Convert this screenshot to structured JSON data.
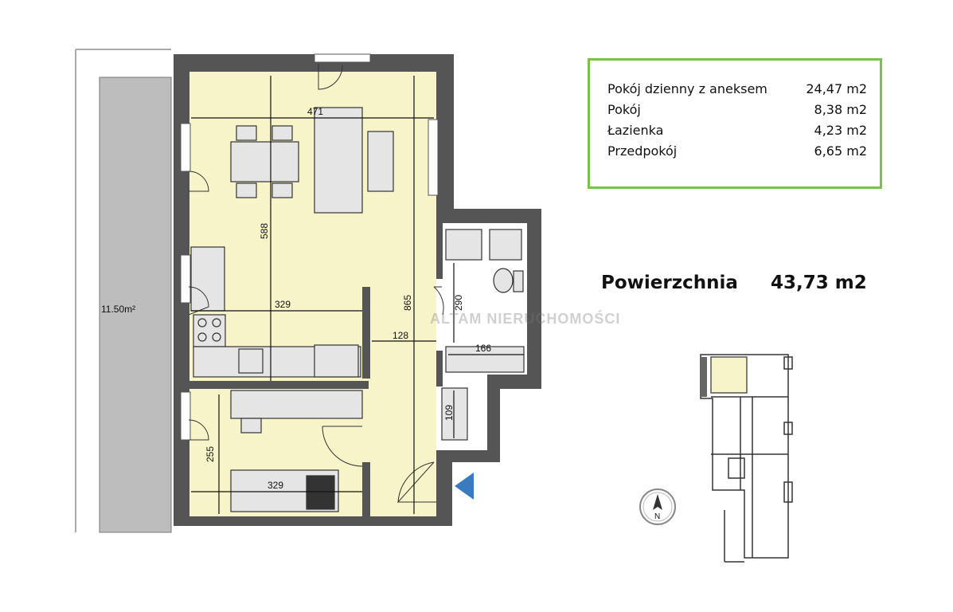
{
  "rooms": [
    {
      "name": "Pokój dzienny z aneksem",
      "area": "24,47 m2"
    },
    {
      "name": "Pokój",
      "area": "8,38 m2"
    },
    {
      "name": "Łazienka",
      "area": "4,23 m2"
    },
    {
      "name": "Przedpokój",
      "area": "6,65 m2"
    }
  ],
  "total": {
    "label": "Powierzchnia",
    "value": "43,73 m2"
  },
  "balcony_area": "11.50m²",
  "dimensions": {
    "d471": "471",
    "d588": "588",
    "d329a": "329",
    "d865": "865",
    "d290": "290",
    "d128": "128",
    "d166": "166",
    "d109": "109",
    "d255": "255",
    "d329b": "329"
  },
  "watermark": {
    "line1": "ALTAM",
    "line2": "NIERUCHOMOŚCI"
  },
  "compass_letter": "N",
  "colors": {
    "floor": "#f7f4c9",
    "wall": "#555555",
    "legend_border": "#7cc24a",
    "entrance_arrow": "#3a7bbf"
  }
}
